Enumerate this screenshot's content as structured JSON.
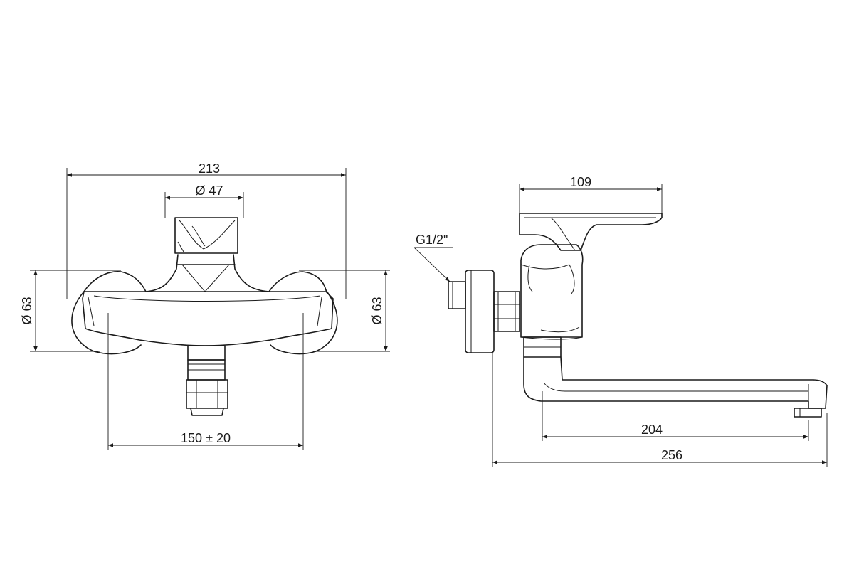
{
  "front_view": {
    "width_label": "213",
    "handle_diameter_label": "Ø 47",
    "left_flange_label": "Ø 63",
    "right_flange_label": "Ø 63",
    "centers_label": "150 ± 20"
  },
  "side_view": {
    "lever_length_label": "109",
    "thread_label": "G1/2\"",
    "spout_reach_label": "204",
    "overall_depth_label": "256"
  }
}
